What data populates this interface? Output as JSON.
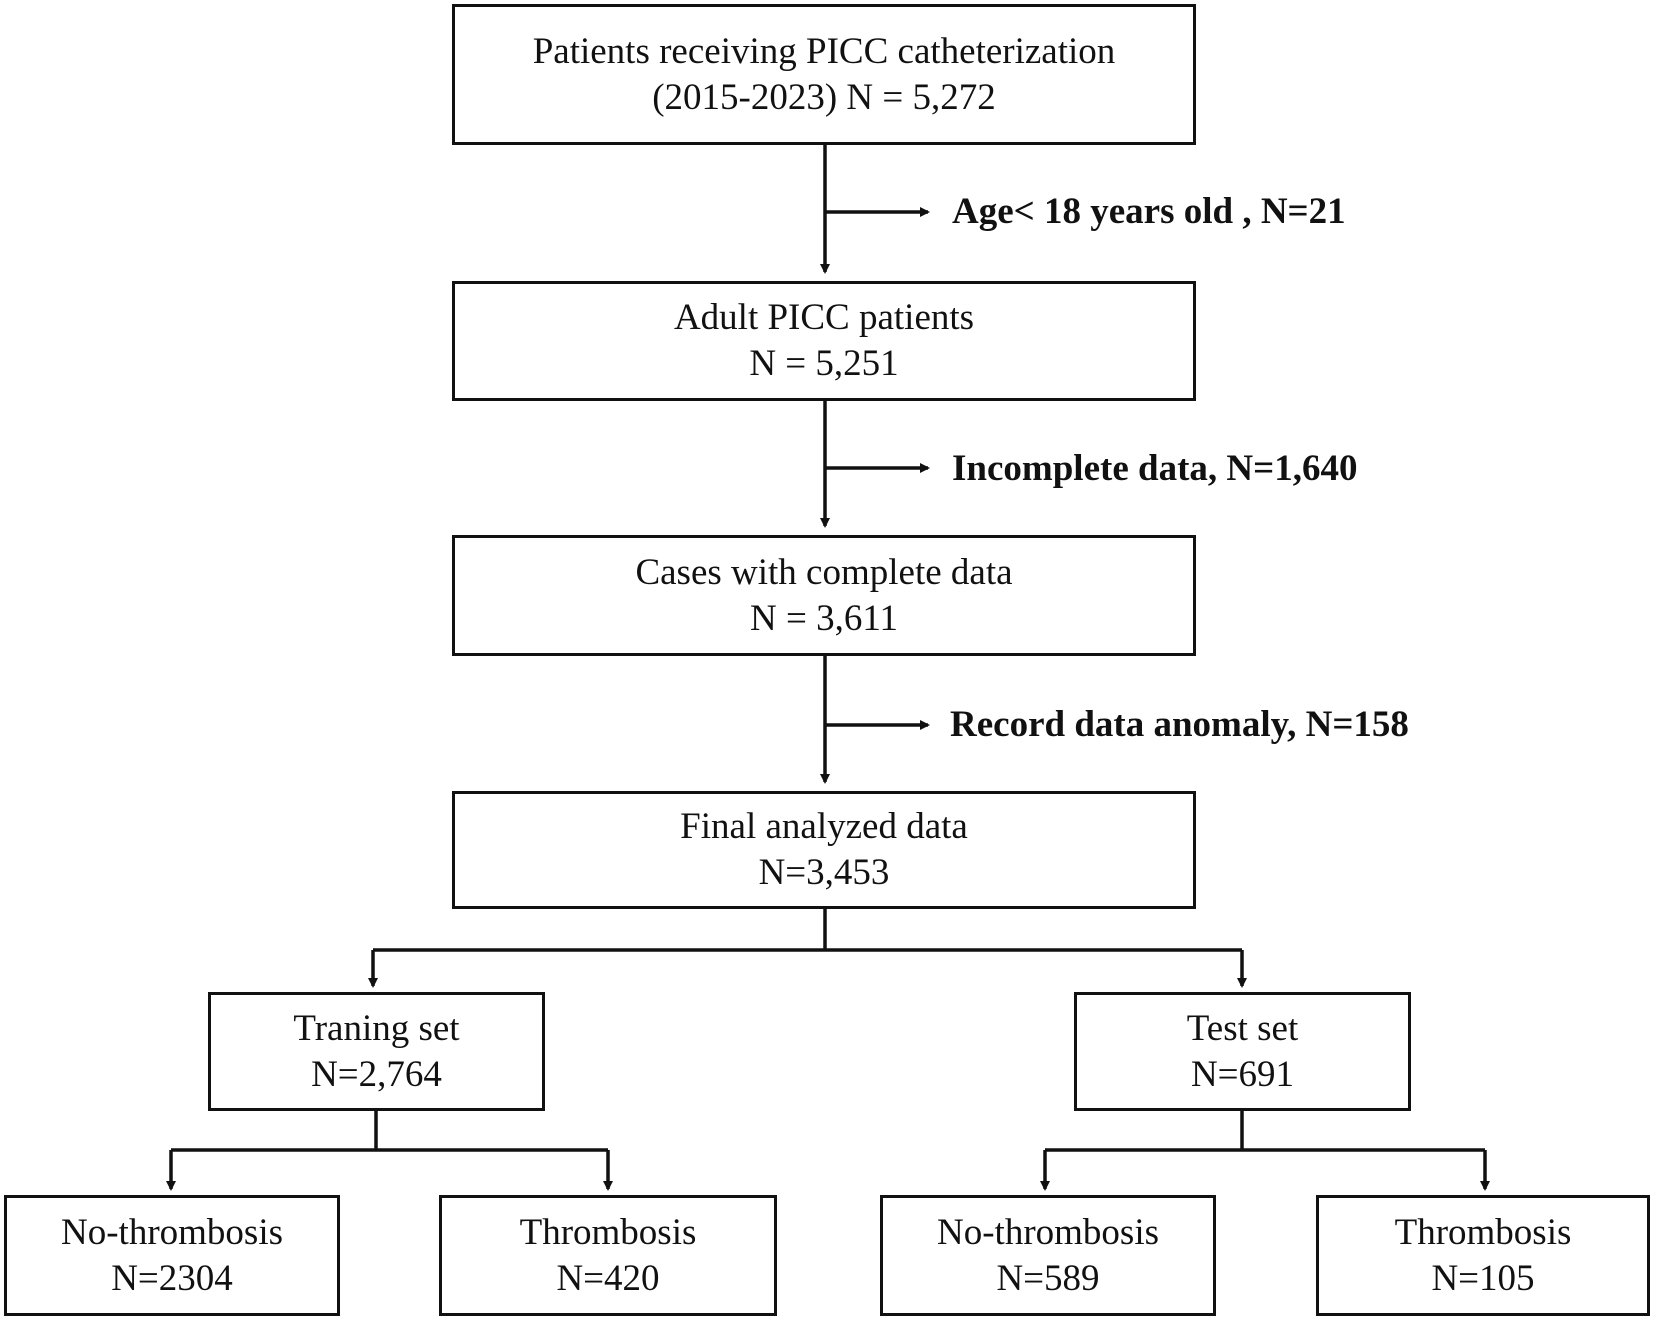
{
  "boxes": {
    "patients": {
      "line1": "Patients receiving PICC catheterization",
      "line2": "(2015-2023) N =  5,272"
    },
    "adult": {
      "line1": "Adult PICC patients",
      "line2": "N = 5,251"
    },
    "complete": {
      "line1": "Cases with complete data",
      "line2": "N = 3,611"
    },
    "final": {
      "line1": "Final analyzed data",
      "line2": "N=3,453"
    },
    "training": {
      "line1": "Traning set",
      "line2": "N=2,764"
    },
    "test": {
      "line1": "Test set",
      "line2": "N=691"
    },
    "train_no_thrombosis": {
      "line1": "No-thrombosis",
      "line2": "N=2304"
    },
    "train_thrombosis": {
      "line1": "Thrombosis",
      "line2": "N=420"
    },
    "test_no_thrombosis": {
      "line1": "No-thrombosis",
      "line2": "N=589"
    },
    "test_thrombosis": {
      "line1": "Thrombosis",
      "line2": "N=105"
    }
  },
  "exclusions": {
    "age": "Age< 18 years old , N=21",
    "incomplete": "Incomplete data, N=1,640",
    "anomaly": "Record data anomaly, N=158"
  }
}
